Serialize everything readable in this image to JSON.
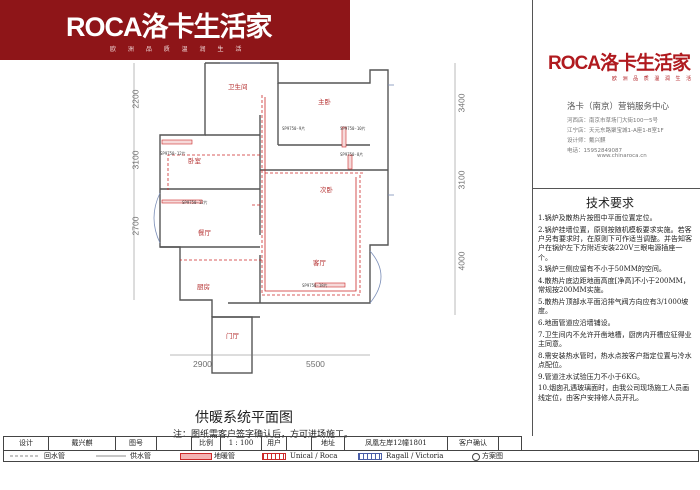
{
  "brand": {
    "logo_text": "ROCA洛卡生活家",
    "logo_subtitle": "欧 洲 品 质   温 润 生 活"
  },
  "company": {
    "logo_text": "ROCA洛卡生活家",
    "logo_subtitle": "欧 洲 品 质  温 润 生 活",
    "name": "洛卡（南京）营销服务中心",
    "address_line1": "河西店：南京市草场门大街100一5号",
    "address_line2": "江宁店：天元东路聚宝城1-A座1-B室1F",
    "designer": "设计师：戴兴麒",
    "phone": "电话：15952849087",
    "website": "www.chinaroca.cn"
  },
  "rooms": {
    "bathroom": "卫生间",
    "master_bedroom": "主卧",
    "bedroom": "卧室",
    "second_bedroom": "次卧",
    "dining": "餐厅",
    "living": "客厅",
    "kitchen": "厨房",
    "entrance": "门厅"
  },
  "radiator_tags": {
    "bedroom": "SP9750-12片",
    "master_left": "SP9750-9片",
    "master_right": "SP9750-10片",
    "second": "SP9750-8片",
    "dining": "SP9750-12片",
    "living": "SP9750-18片"
  },
  "dimensions": {
    "left_top": "2200",
    "left_mid": "3100",
    "left_bottom": "2700",
    "right_top": "3400",
    "right_mid": "3100",
    "right_bottom": "4000",
    "bottom_left": "2900",
    "bottom_right": "5500"
  },
  "plan": {
    "title": "供暖系统平面图",
    "note": "注：图纸需客户签字确认后，方可进场施工。"
  },
  "tech": {
    "title": "技术要求",
    "items": [
      "1.锅炉及散热片按图中平面位置定位。",
      "2.锅炉挂墙位置，原则按随机模板要求实施。若客户另有要求时，在原则下可作适当调整。并告知客户在锅炉左下方附近安装220V三眼电源插座一个。",
      "3.锅炉三侧应留有不小于50MM的空间。",
      "4.散热片底边距地面高度[净高]不小于200MM，常规按200MM实施。",
      "5.散热片顶部水平面沿排气阀方向应有3/1000坡度。",
      "6.地面管道应沿墙铺设。",
      "7.卫生间内不允许开凿地槽，厨房内开槽应征得业主同意。",
      "8.需安装热水管时，热水点按客户指定位置与冷水点配位。",
      "9.管道注水试验压力不小于6KG。",
      "10.烟囱孔遇玻璃面时，由我公司现场施工人员画线定位，由客户安排修人员开孔。"
    ]
  },
  "title_block": {
    "design_label": "设计",
    "designer": "戴兴麒",
    "drawing_no_label": "图号",
    "scale_label": "比例",
    "scale_value": "1 : 100",
    "user_label": "用户",
    "address_label": "地址",
    "address_value": "凤凰左岸12幢1801",
    "confirm_label": "客户确认"
  },
  "legend": {
    "return_pipe": "回水管",
    "supply_pipe": "供水管",
    "floor_heating": "地暖管",
    "unical_roca": "Unical / Roca",
    "ragall_victoria": "Ragall / Victoria",
    "option": "方案图"
  },
  "colors": {
    "brand_red": "#8e1518",
    "pipe_red": "#cc2a2a",
    "wall_gray": "#555555",
    "dimension_gray": "#7a7a7a"
  }
}
